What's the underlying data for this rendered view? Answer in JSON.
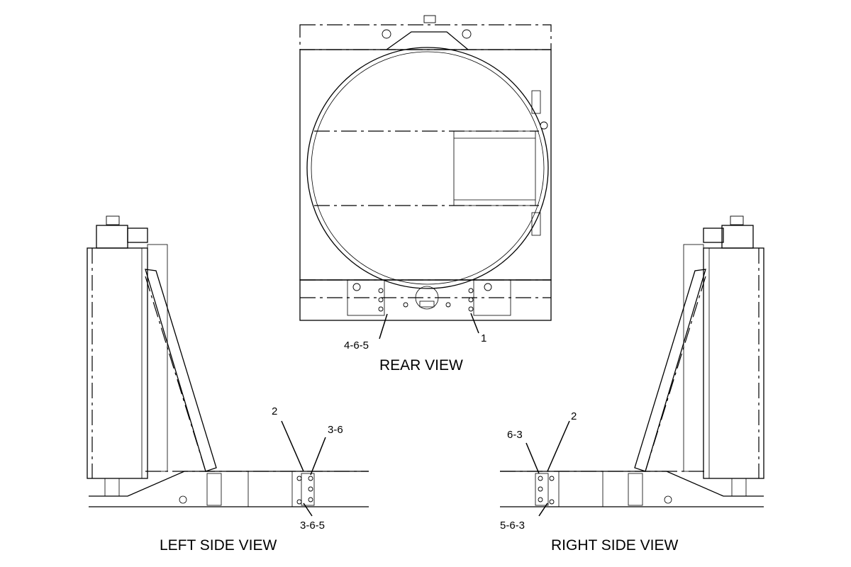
{
  "views": {
    "rear": {
      "title": "REAR VIEW",
      "callouts": [
        "4-6-5",
        "1"
      ]
    },
    "left": {
      "title": "LEFT SIDE VIEW",
      "callouts": [
        "2",
        "3-6",
        "3-6-5"
      ]
    },
    "right": {
      "title": "RIGHT SIDE VIEW",
      "callouts": [
        "6-3",
        "2",
        "5-6-3"
      ]
    }
  }
}
